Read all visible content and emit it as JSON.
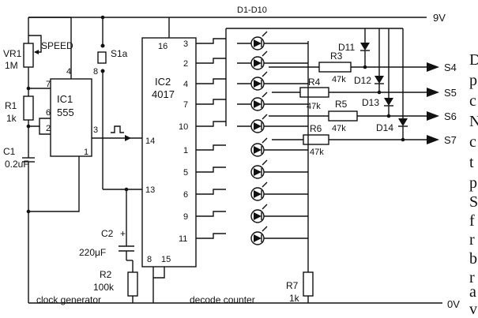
{
  "rails": {
    "top": "9V",
    "bottom": "0V",
    "diode_bank": "D1-D10"
  },
  "components": {
    "vr1": {
      "ref": "VR1",
      "value": "1M",
      "name": "SPEED"
    },
    "r1": {
      "ref": "R1",
      "value": "1k"
    },
    "c1": {
      "ref": "C1",
      "value": "0.2uF"
    },
    "ic1": {
      "ref": "IC1",
      "part": "555",
      "pins": [
        "4",
        "8",
        "7",
        "6",
        "2",
        "3",
        "1"
      ]
    },
    "s1a": {
      "ref": "S1a"
    },
    "ic2": {
      "ref": "IC2",
      "part": "4017",
      "pins_top": "16",
      "pin_clock": "14",
      "pin_enable": "13",
      "pins_bottom": [
        "8",
        "15"
      ]
    },
    "c2": {
      "ref": "C2",
      "value": "220μF",
      "polarity": "+"
    },
    "r2": {
      "ref": "R2",
      "value": "100k"
    },
    "r3": {
      "ref": "R3",
      "value": "47k"
    },
    "r4": {
      "ref": "R4",
      "value": "47k"
    },
    "r5": {
      "ref": "R5",
      "value": "47k"
    },
    "r6": {
      "ref": "R6",
      "value": "47k"
    },
    "r7": {
      "ref": "R7",
      "value": "1k"
    },
    "d11": {
      "ref": "D11"
    },
    "d12": {
      "ref": "D12"
    },
    "d13": {
      "ref": "D13"
    },
    "d14": {
      "ref": "D14"
    }
  },
  "outputs": [
    "3",
    "2",
    "4",
    "7",
    "10",
    "1",
    "5",
    "6",
    "9",
    "11"
  ],
  "signals": [
    "S4",
    "S5",
    "S6",
    "S7"
  ],
  "captions": {
    "left": "clock generator",
    "right": "decode counter"
  },
  "side_text": [
    "D",
    "p",
    "c",
    "N",
    "c",
    "t",
    "p",
    "S",
    "f",
    "r",
    "b",
    "r",
    "a",
    "v"
  ]
}
